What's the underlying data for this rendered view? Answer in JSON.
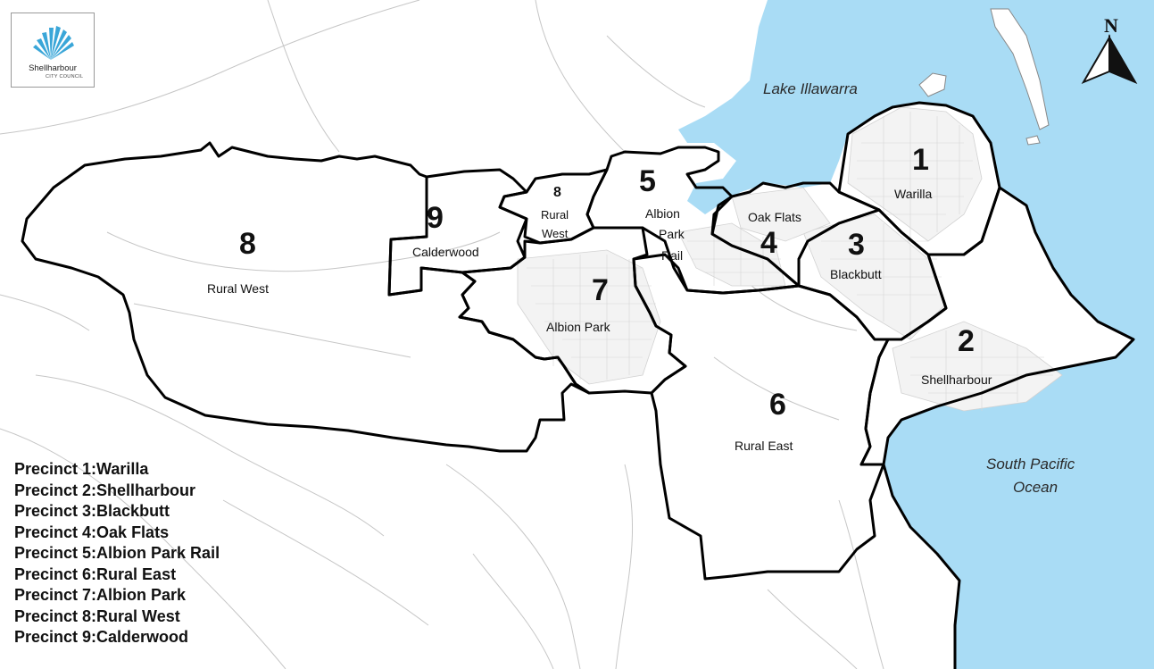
{
  "logo": {
    "name": "Shellharbour",
    "subtitle": "CITY COUNCIL"
  },
  "north_label": "N",
  "water": {
    "lake": "Lake Illawarra",
    "ocean_line1": "South Pacific",
    "ocean_line2": "Ocean"
  },
  "precincts": [
    {
      "number": "1",
      "name": "Warilla"
    },
    {
      "number": "2",
      "name": "Shellharbour"
    },
    {
      "number": "3",
      "name": "Blackbutt"
    },
    {
      "number": "4",
      "name": "Oak Flats"
    },
    {
      "number": "5",
      "name_lines": [
        "Albion",
        "Park",
        "Rail"
      ]
    },
    {
      "number": "6",
      "name": "Rural East"
    },
    {
      "number": "7",
      "name": "Albion Park"
    },
    {
      "number": "8",
      "name": "Rural West"
    },
    {
      "number": "9",
      "name": "Calderwood"
    }
  ],
  "small_precinct_8": {
    "number": "8",
    "name_lines": [
      "Rural",
      "West"
    ]
  },
  "legend": [
    "Precinct 1:Warilla",
    "Precinct 2:Shellharbour",
    "Precinct 3:Blackbutt",
    "Precinct 4:Oak Flats",
    "Precinct 5:Albion Park Rail",
    "Precinct 6:Rural East",
    "Precinct 7:Albion Park",
    "Precinct 8:Rural West",
    "Precinct 9:Calderwood"
  ],
  "colors": {
    "water": "#a9dcf5",
    "land": "#ffffff",
    "boundary": "#000000",
    "roads": "#bdbdbd"
  }
}
